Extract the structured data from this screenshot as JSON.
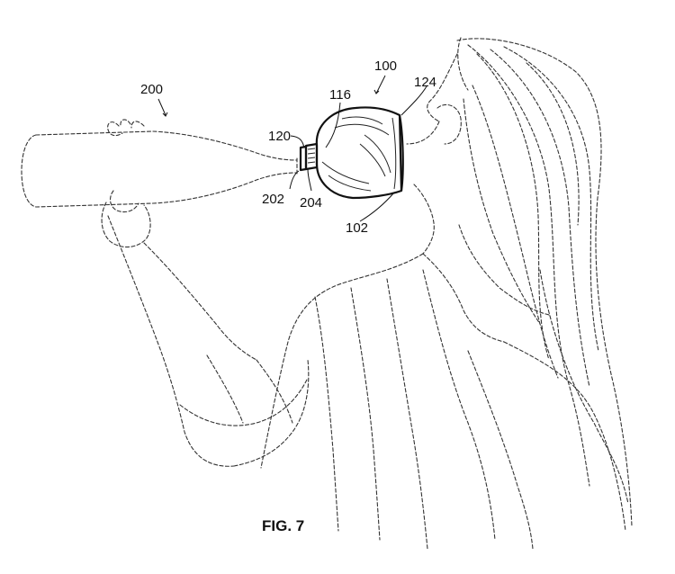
{
  "figure": {
    "label": "FIG. 7",
    "references": {
      "ref_100": "100",
      "ref_200": "200",
      "ref_116": "116",
      "ref_124": "124",
      "ref_120": "120",
      "ref_202": "202",
      "ref_204": "204",
      "ref_102": "102"
    }
  }
}
